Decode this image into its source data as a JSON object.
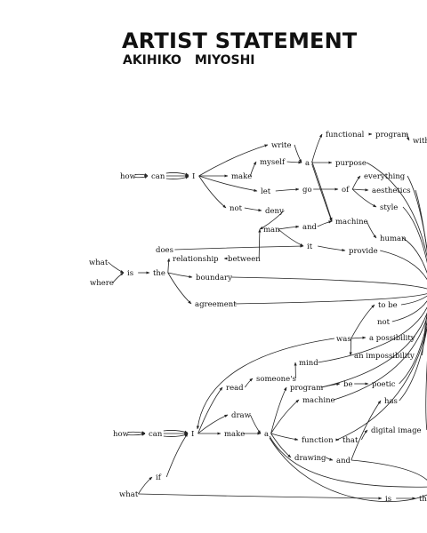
{
  "header": {
    "title": "ARTIST STATEMENT",
    "author": "AKIHIKO   MIYOSHI"
  },
  "diagram": {
    "nodes": [
      {
        "id": "how1",
        "label": "how"
      },
      {
        "id": "can1",
        "label": "can"
      },
      {
        "id": "i1",
        "label": "I"
      },
      {
        "id": "write",
        "label": "write"
      },
      {
        "id": "myself",
        "label": "myself"
      },
      {
        "id": "make1",
        "label": "make"
      },
      {
        "id": "a1",
        "label": "a"
      },
      {
        "id": "functional",
        "label": "functional"
      },
      {
        "id": "program1",
        "label": "program"
      },
      {
        "id": "with",
        "label": "with"
      },
      {
        "id": "purpose",
        "label": "purpose"
      },
      {
        "id": "let",
        "label": "let"
      },
      {
        "id": "go",
        "label": "go"
      },
      {
        "id": "of",
        "label": "of"
      },
      {
        "id": "everything",
        "label": "everything"
      },
      {
        "id": "aesthetics",
        "label": "aesthetics"
      },
      {
        "id": "style",
        "label": "style"
      },
      {
        "id": "not1",
        "label": "not"
      },
      {
        "id": "deny",
        "label": "deny"
      },
      {
        "id": "man",
        "label": "man"
      },
      {
        "id": "and1",
        "label": "and"
      },
      {
        "id": "machine1",
        "label": "machine"
      },
      {
        "id": "human",
        "label": "human"
      },
      {
        "id": "it",
        "label": "it"
      },
      {
        "id": "provide",
        "label": "provide"
      },
      {
        "id": "does",
        "label": "does"
      },
      {
        "id": "what1",
        "label": "what"
      },
      {
        "id": "where",
        "label": "where"
      },
      {
        "id": "is1",
        "label": "is"
      },
      {
        "id": "the1",
        "label": "the"
      },
      {
        "id": "relationship",
        "label": "relationship"
      },
      {
        "id": "between",
        "label": "between"
      },
      {
        "id": "boundary",
        "label": "boundary"
      },
      {
        "id": "agreement",
        "label": "agreement"
      },
      {
        "id": "tobe",
        "label": "to be"
      },
      {
        "id": "not2",
        "label": "not"
      },
      {
        "id": "was",
        "label": "was"
      },
      {
        "id": "possibility",
        "label": "a possibility"
      },
      {
        "id": "impossibility",
        "label": "an impossibility"
      },
      {
        "id": "mind",
        "label": "mind"
      },
      {
        "id": "someones",
        "label": "someone's"
      },
      {
        "id": "read",
        "label": "read"
      },
      {
        "id": "program2",
        "label": "program"
      },
      {
        "id": "be",
        "label": "be"
      },
      {
        "id": "poetic",
        "label": "poetic"
      },
      {
        "id": "machine2",
        "label": "machine"
      },
      {
        "id": "has",
        "label": "has"
      },
      {
        "id": "draw",
        "label": "draw"
      },
      {
        "id": "how2",
        "label": "how"
      },
      {
        "id": "can2",
        "label": "can"
      },
      {
        "id": "i2",
        "label": "I"
      },
      {
        "id": "make2",
        "label": "make"
      },
      {
        "id": "a2",
        "label": "a"
      },
      {
        "id": "function",
        "label": "function"
      },
      {
        "id": "that",
        "label": "that"
      },
      {
        "id": "digitalimage",
        "label": "digital image"
      },
      {
        "id": "drawing",
        "label": "drawing"
      },
      {
        "id": "and2",
        "label": "and"
      },
      {
        "id": "if",
        "label": "if"
      },
      {
        "id": "what2",
        "label": "what"
      },
      {
        "id": "is2",
        "label": "is"
      },
      {
        "id": "the2",
        "label": "the"
      }
    ]
  }
}
